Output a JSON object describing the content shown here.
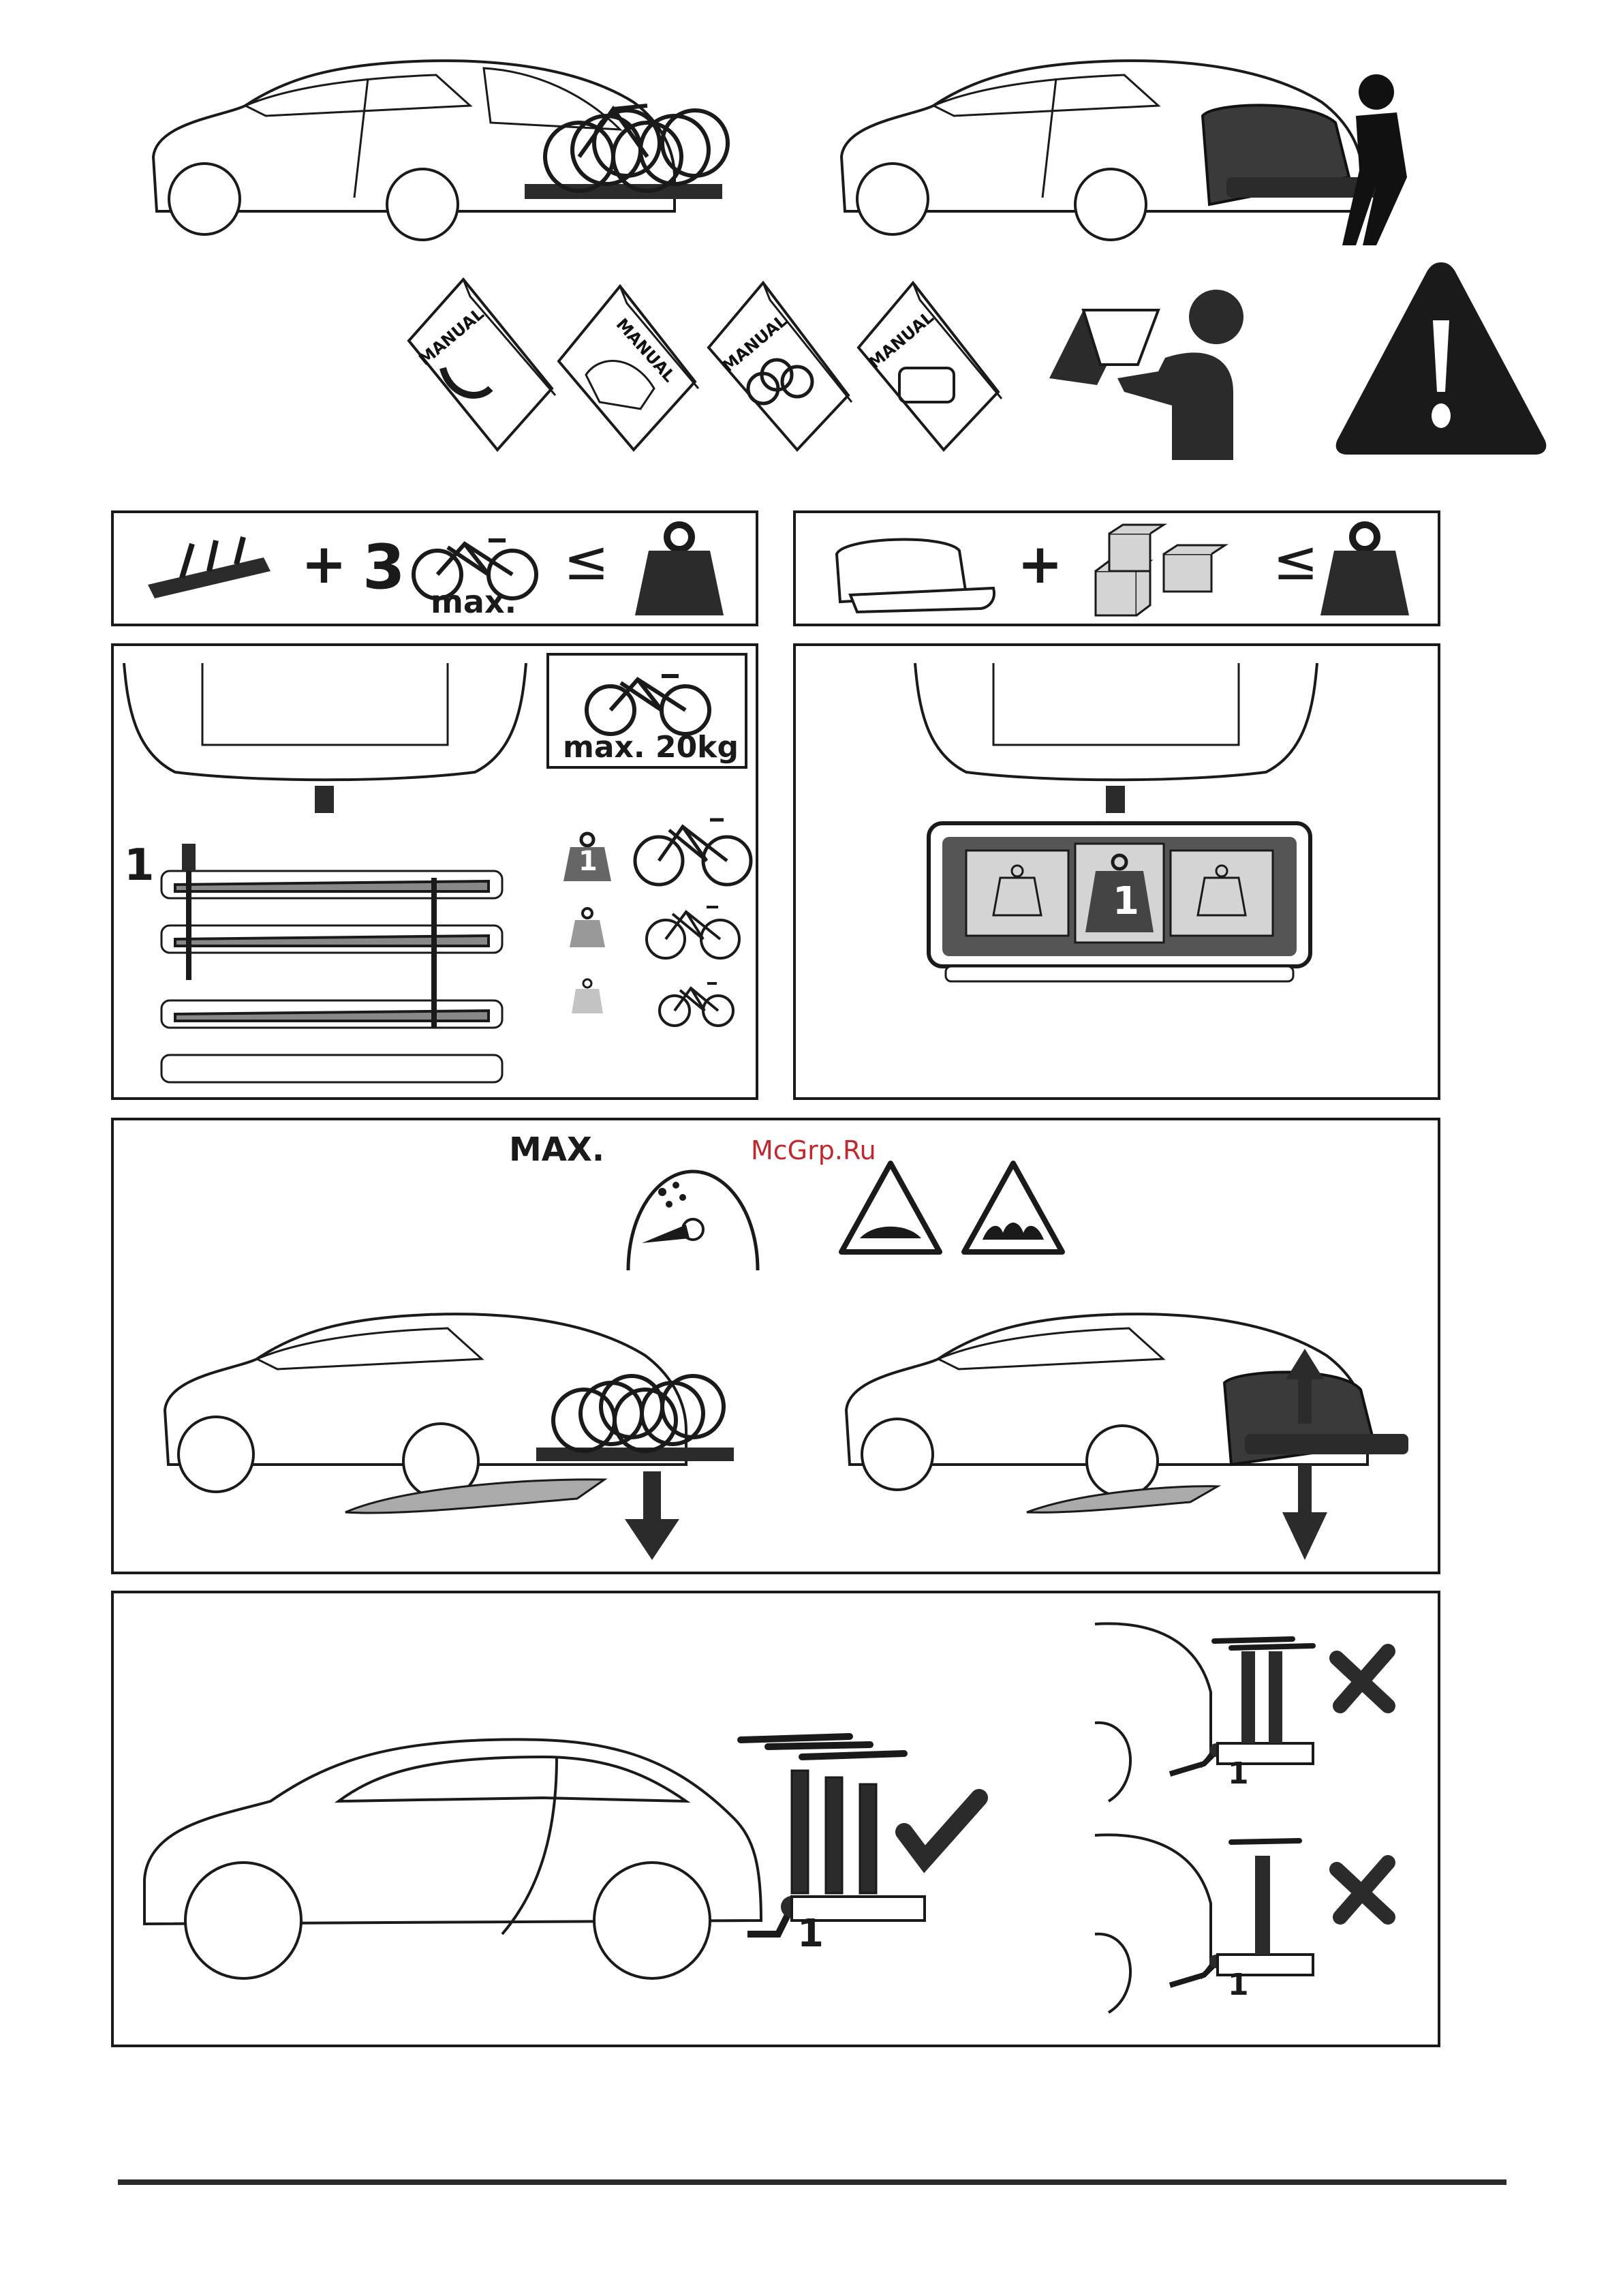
{
  "manuals": {
    "label": "MANUAL"
  },
  "formula_bikes": {
    "plus": "+",
    "count": "3",
    "max": "max.",
    "leq": "≤"
  },
  "formula_box": {
    "plus": "+",
    "leq": "≤"
  },
  "bike_weights": {
    "max_label": "max. 20kg",
    "position_1": "1",
    "weight_1": "1"
  },
  "box_weights": {
    "weight_1": "1"
  },
  "driving": {
    "speed_label": "MAX.",
    "watermark": "McGrp.Ru"
  },
  "mounting": {
    "towbar_1": "1",
    "towbar_2": "1",
    "towbar_3": "1"
  },
  "colors": {
    "line": "#1a1a1a",
    "fill_dark": "#2b2b2b",
    "fill_grey": "#888888",
    "fill_light": "#d4d4d4",
    "watermark": "#c0282d"
  }
}
